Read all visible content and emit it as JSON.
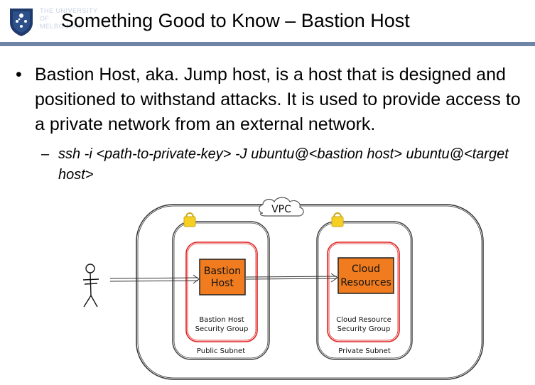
{
  "header": {
    "title": "Something Good to Know – Bastion Host",
    "logo_text": "THE UNIVERSITY OF\nMELBOURNE",
    "rule_color": "#6e85a6"
  },
  "content": {
    "bullet_symbol": "•",
    "bullet_text": "Bastion Host, aka. Jump host, is a host that is designed and positioned to withstand attacks. It is used to provide access to a private network from an external network.",
    "sub_dash": "–",
    "sub_text": "ssh -i <path-to-private-key> -J ubuntu@<bastion host> ubuntu@<target host>"
  },
  "diagram": {
    "vpc_label": "VPC",
    "bastion_line1": "Bastion",
    "bastion_line2": "Host",
    "cloud_line1": "Cloud",
    "cloud_line2": "Resources",
    "bastion_sg_line1": "Bastion Host",
    "bastion_sg_line2": "Security Group",
    "cloud_sg_line1": "Cloud Resource",
    "cloud_sg_line2": "Security Group",
    "public_subnet": "Public Subnet",
    "private_subnet": "Private Subnet",
    "colors": {
      "box_fill": "#f07c1f",
      "security_group": "#e02222",
      "lock": "#f5d023",
      "outline": "#333333"
    },
    "icons": [
      "person-icon",
      "cloud-icon",
      "lock-icon"
    ]
  }
}
